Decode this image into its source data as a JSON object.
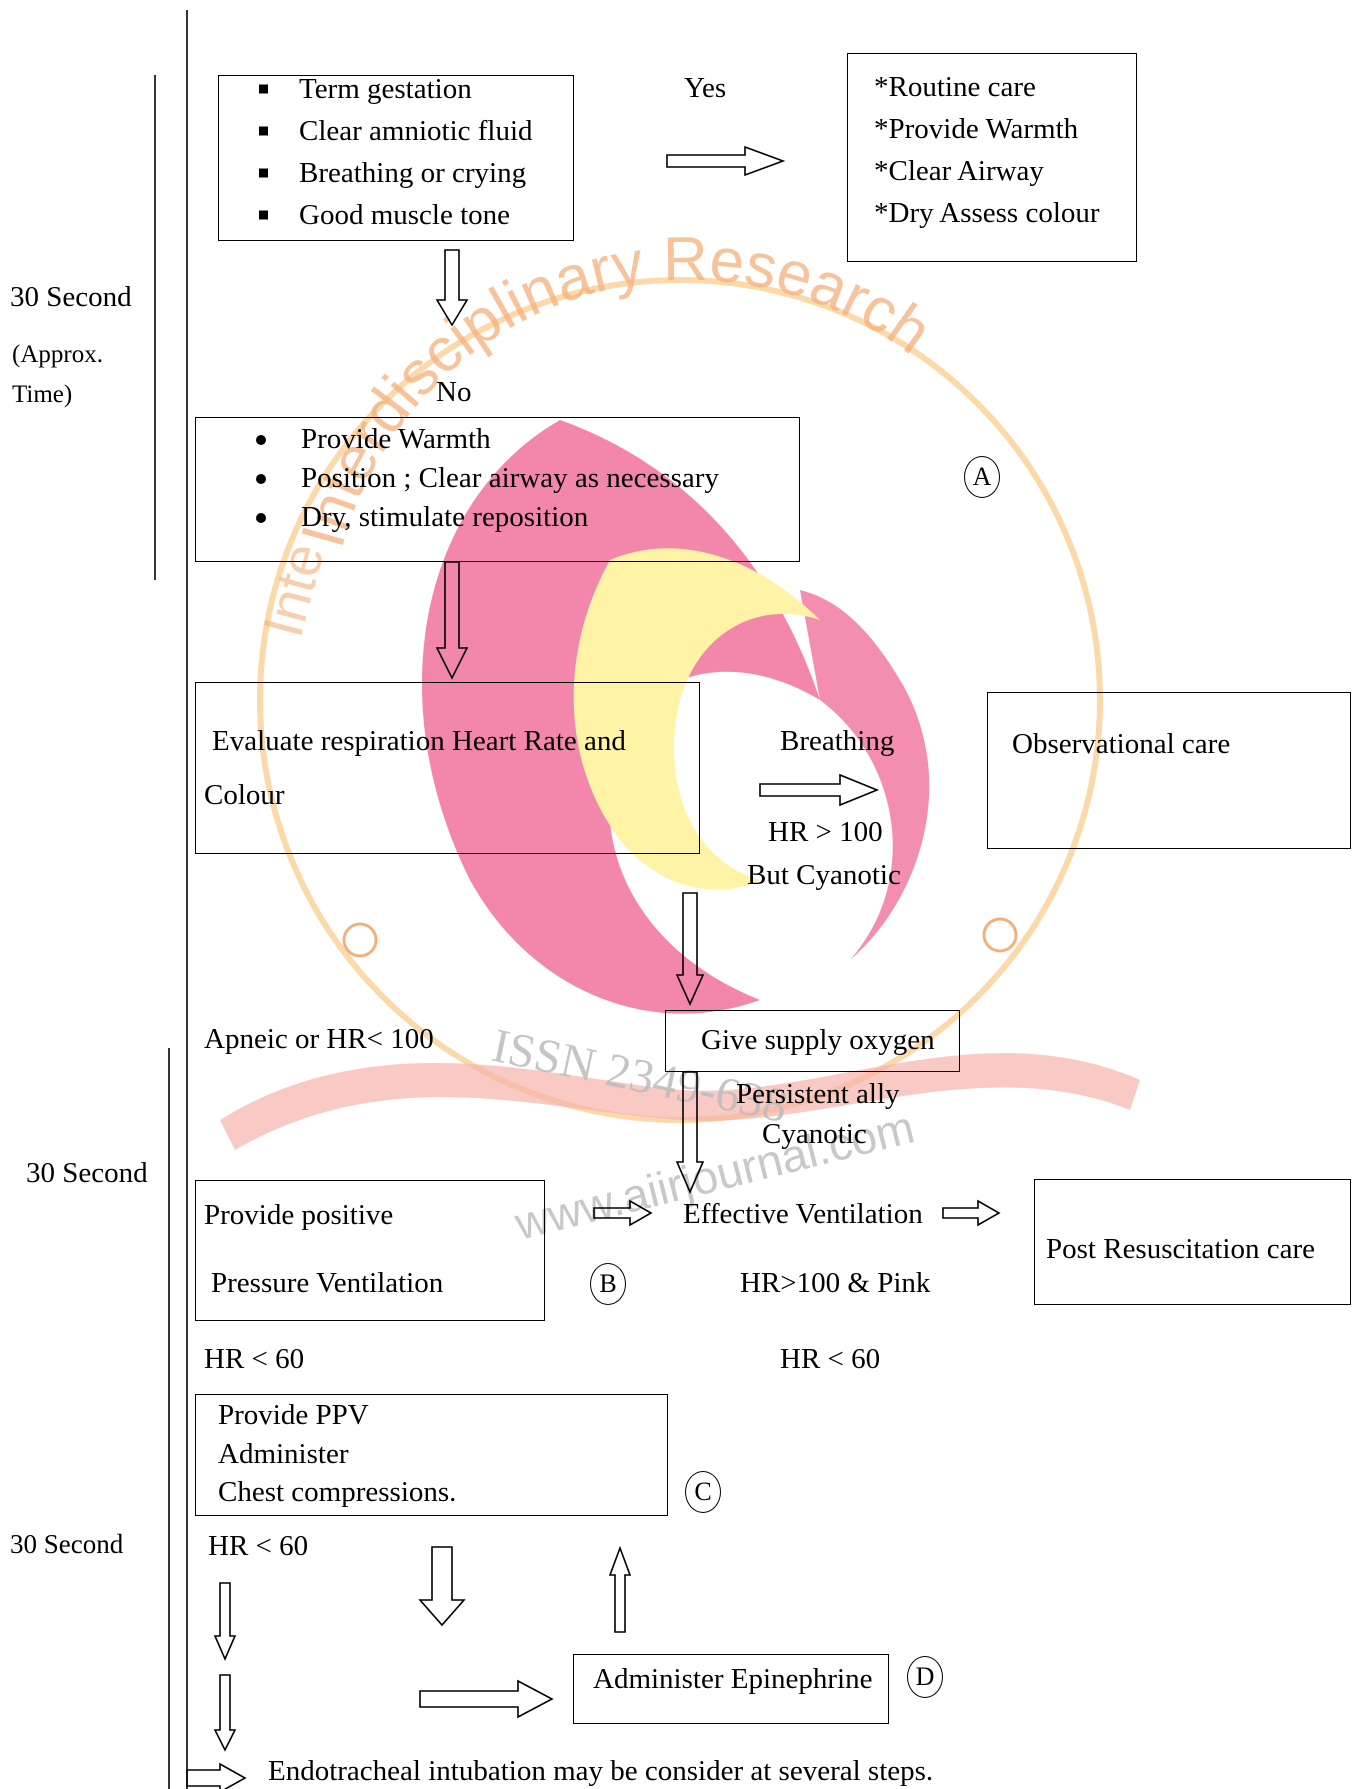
{
  "watermark": {
    "arc_text": "Interdisciplinary Research",
    "arc_left_text": "Inte",
    "issn": "ISSN 2349-638",
    "url": "www.aiirjournal.com",
    "colors": {
      "orange": "#f4a259",
      "pink": "#f06a8a",
      "yellow": "#fff3a0",
      "red": "#f6a5a0"
    }
  },
  "time_labels": {
    "first": "30 Second",
    "approx": "(Approx.",
    "approx2": "Time)",
    "second": "30 Second",
    "third": "30 Second"
  },
  "box1": {
    "items": [
      "Term gestation",
      "Clear amniotic fluid",
      "Breathing or crying",
      "Good muscle tone"
    ]
  },
  "yes_label": "Yes",
  "routine_box": {
    "items": [
      "*Routine care",
      "*Provide Warmth",
      "*Clear Airway",
      "*Dry Assess colour"
    ]
  },
  "no_label": "No",
  "box2": {
    "items": [
      "Provide Warmth",
      "Position ; Clear airway as necessary",
      "Dry, stimulate reposition"
    ]
  },
  "marker_a": "A",
  "evaluate_box": {
    "line1": "Evaluate respiration Heart Rate and",
    "line2": "Colour"
  },
  "breathing_label": "Breathing",
  "hr100_label": "HR > 100",
  "cyanotic_label": "But Cyanotic",
  "observational_box": "Observational care",
  "apneic_label": "Apneic or HR< 100",
  "oxygen_box": "Give supply oxygen",
  "persistent_label": "Persistent ally",
  "cyanotic2_label": "Cyanotic",
  "ppv_box": {
    "line1": "Provide positive",
    "line2": "Pressure Ventilation"
  },
  "marker_b": "B",
  "effective_label": "Effective Ventilation",
  "pink_label": "HR>100 & Pink",
  "post_box": "Post Resuscitation care",
  "hr60_left": "HR < 60",
  "hr60_right": "HR < 60",
  "ppv2_box": {
    "line1": "Provide PPV",
    "line2": "Administer",
    "line3": "Chest compressions."
  },
  "marker_c": "C",
  "hr60_third": "HR < 60",
  "epinephrine_box": "Administer Epinephrine",
  "marker_d": "D",
  "intubation_label": "Endotracheal intubation may be consider at several steps."
}
